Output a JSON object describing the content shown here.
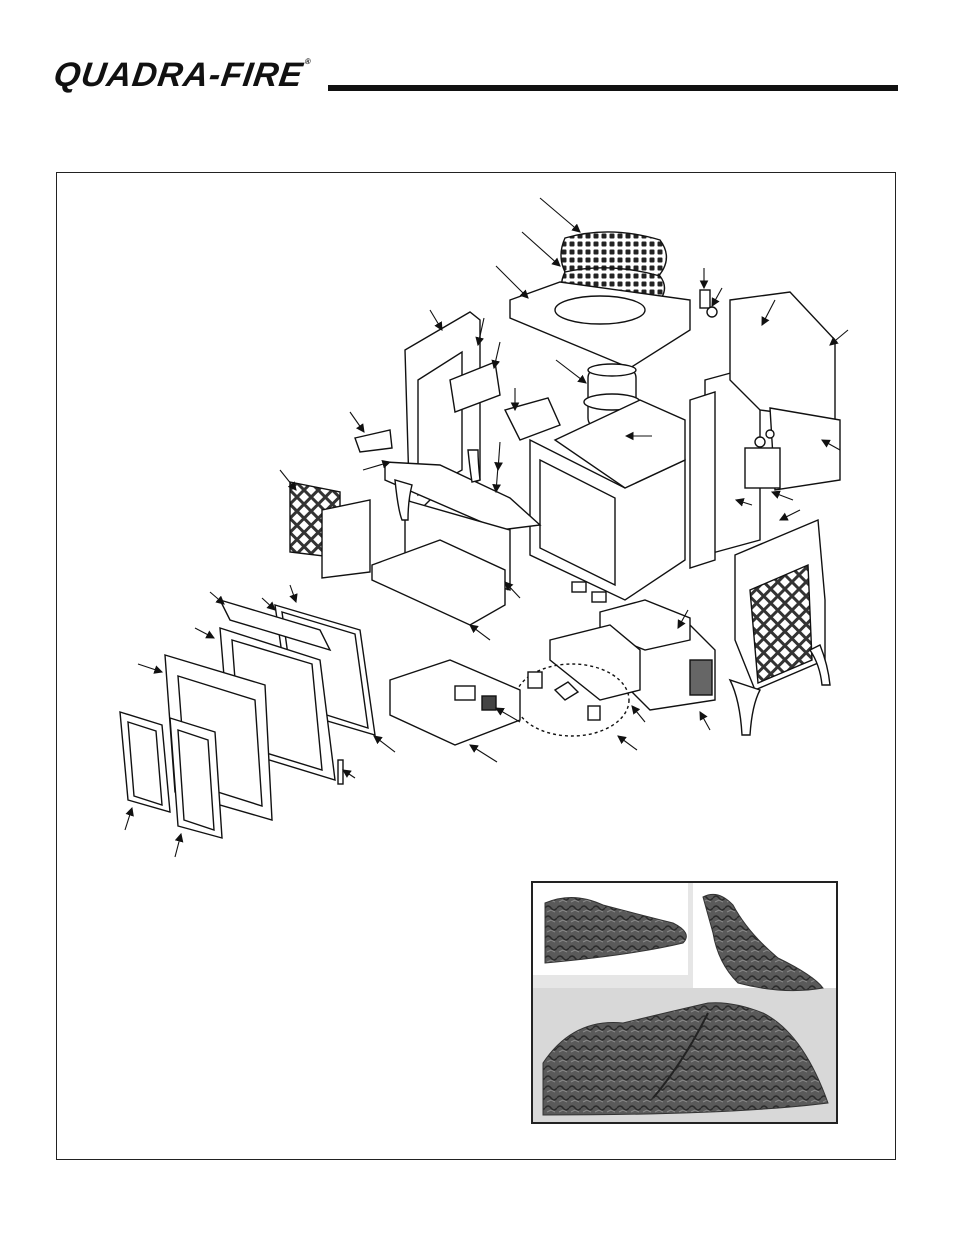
{
  "header": {
    "brand": "QUADRA-FIRE",
    "registered_mark": "®"
  },
  "figure": {
    "icons": [
      "exploded-stove-diagram",
      "log-set-photo"
    ],
    "accent": "#111111"
  }
}
